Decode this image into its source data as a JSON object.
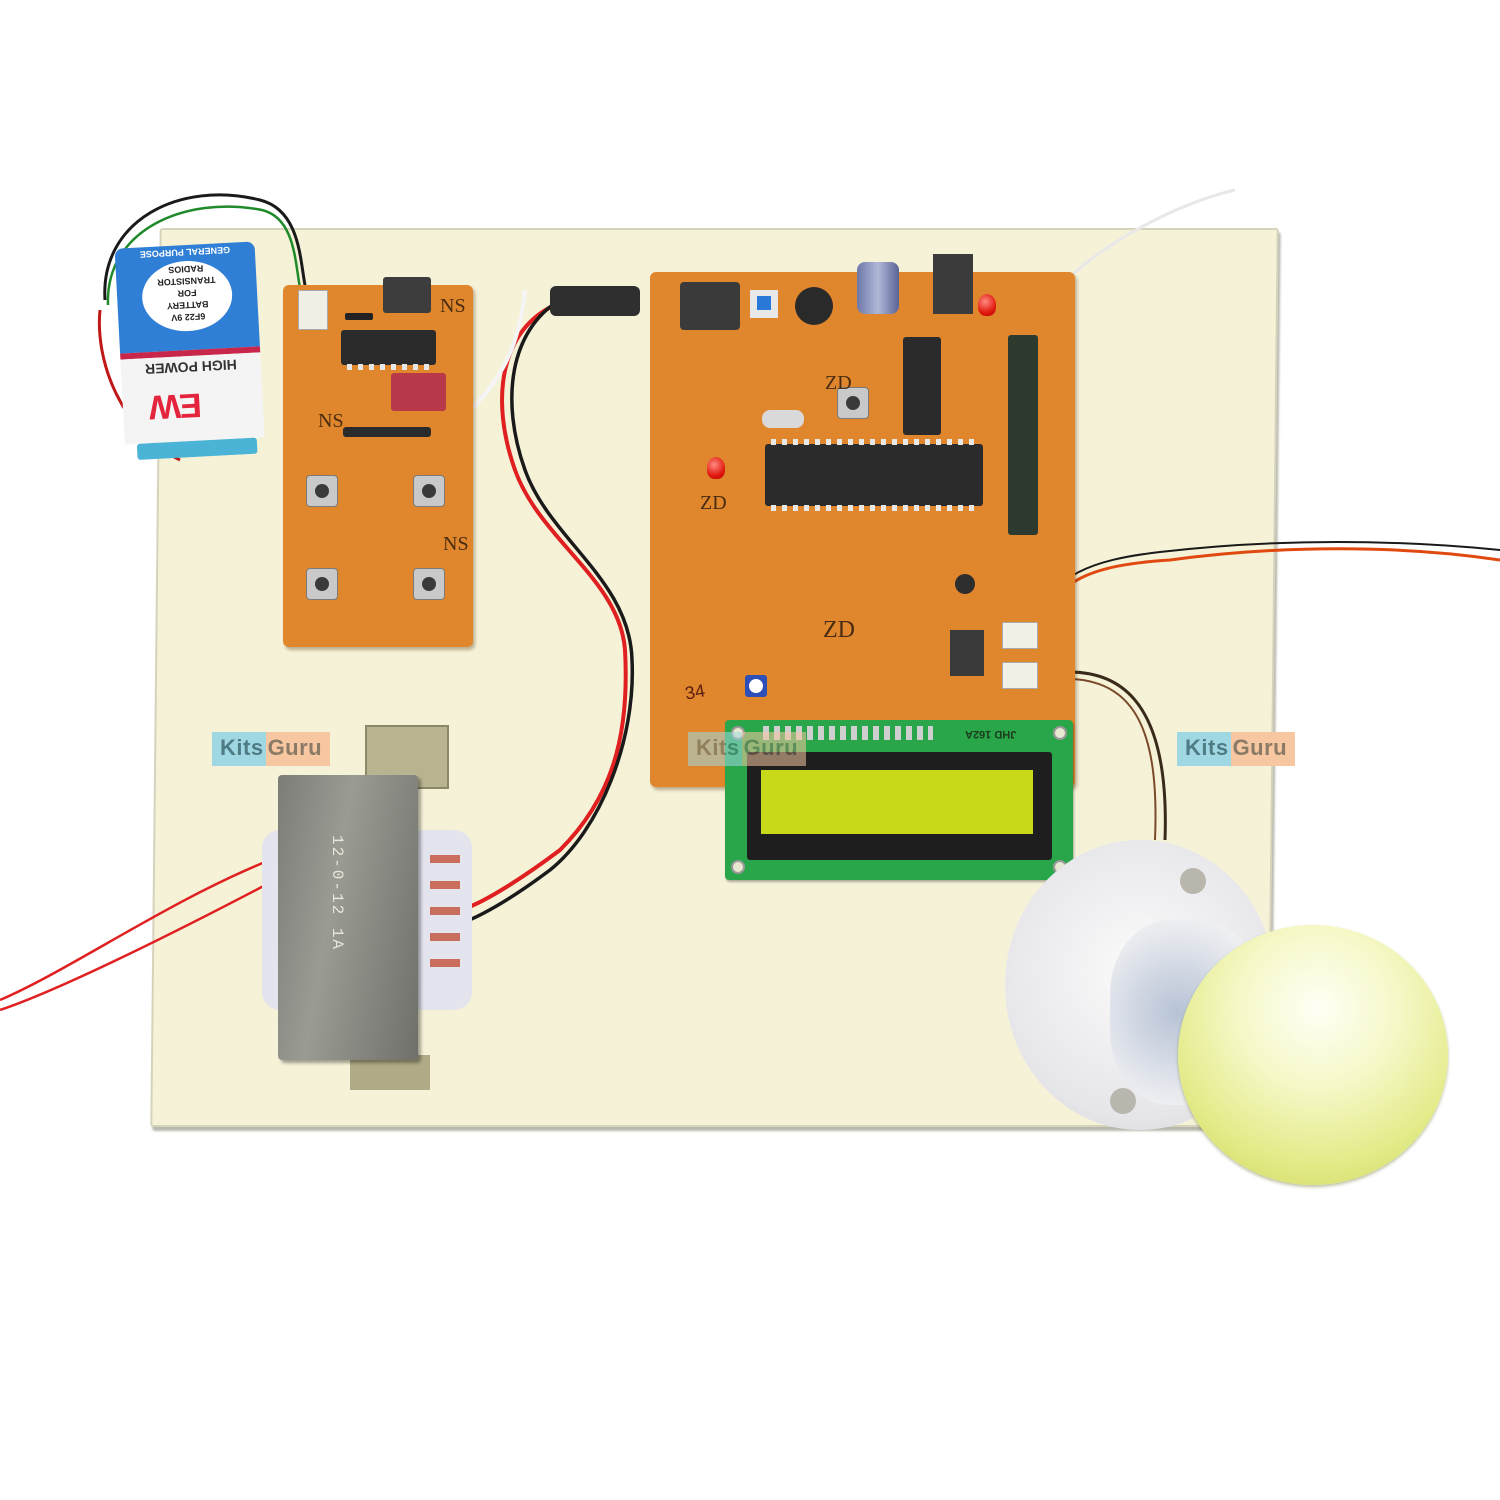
{
  "scene": {
    "description": "Electronics project kit mounted on a cream base board: 9V battery, keypad transmitter PCB, main microcontroller PCB with 16x2 LCD, step-down transformer and bulb in holder",
    "colors": {
      "background": "#ffffff",
      "base_board": "#f5f2d8",
      "pcb": "#e0862c",
      "lcd_board": "#29a64a",
      "lcd_screen": "#c8d91a",
      "wire_red": "#e02020",
      "wire_black": "#1a1a1a",
      "bulb": "#eef3a8"
    }
  },
  "watermarks": [
    {
      "part1": "Kits",
      "part2": "Guru"
    },
    {
      "part1": "Kits",
      "part2": "Guru"
    },
    {
      "part1": "Kits",
      "part2": "Guru"
    }
  ],
  "battery": {
    "brand": "EW",
    "top_text": "GENERAL PURPOSE",
    "oval_lines": [
      "6F22 9V",
      "BATTERY",
      "FOR",
      "TRANSISTOR",
      "RADIOS"
    ],
    "band_text": "HIGH POWER"
  },
  "keypad_pcb": {
    "silkscreen_labels": [
      "NS",
      "NS",
      "NS"
    ],
    "button_count": 4
  },
  "main_pcb": {
    "silkscreen_labels": [
      "ZD",
      "ZD",
      "ZD"
    ],
    "handwritten_number": "34"
  },
  "lcd": {
    "model_label": "JHD 162A",
    "screen_text": ""
  },
  "transformer": {
    "label": "12-0-12 1A"
  }
}
